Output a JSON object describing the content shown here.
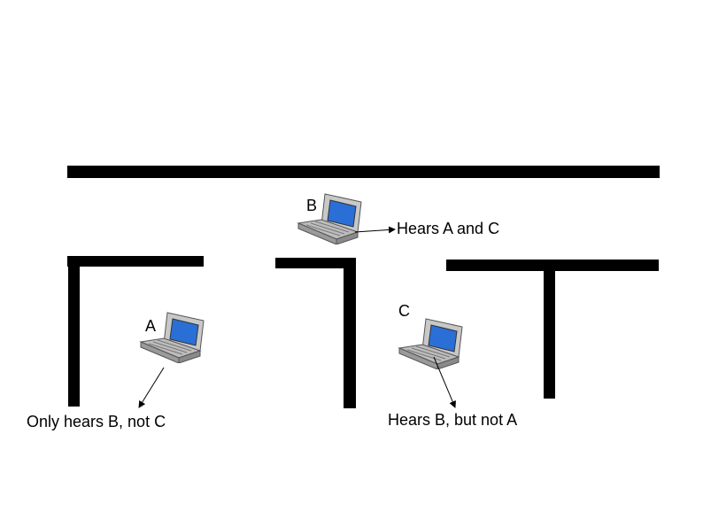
{
  "nodes": {
    "a": {
      "label": "A"
    },
    "b": {
      "label": "B"
    },
    "c": {
      "label": "C"
    }
  },
  "captions": {
    "b": "Hears A and C",
    "a": "Only hears B, not C",
    "c": "Hears B, but not A"
  },
  "colors": {
    "wall": "#000000",
    "screen": "#2a6fd6",
    "laptop_body": "#b8b8b8"
  },
  "icons": {
    "laptop": "laptop-icon"
  }
}
